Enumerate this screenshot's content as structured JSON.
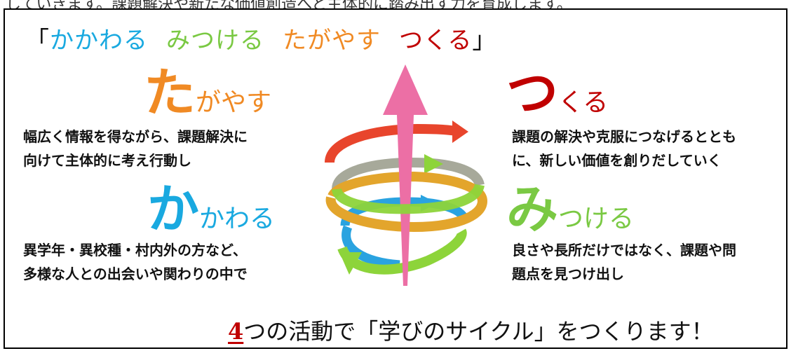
{
  "clipped_top_text": "していきます。課題解決や新たな価値創造へと主体的に踏み出す力を育成します。",
  "headline": {
    "open_bracket": "「",
    "kakawaru": "かかわる",
    "mitsukeru": "みつける",
    "tagayasu": "たがやす",
    "tsukuru": "つくる",
    "close_bracket": "」"
  },
  "sections": {
    "tagayasu": {
      "first_char": "た",
      "rest": "がやす",
      "lines": [
        "幅広く情報を得ながら、課題解決に",
        "向けて主体的に考え行動し"
      ]
    },
    "tsukuru": {
      "first_char": "つ",
      "rest": "くる",
      "lines": [
        "課題の解決や克服につなげるととも",
        "に、新しい価値を創りだしていく"
      ]
    },
    "kakawaru": {
      "first_char": "か",
      "rest": "かわる",
      "lines": [
        "異学年・異校種・村内外の方など、",
        "多様な人との出会いや関わりの中で"
      ]
    },
    "mitsukeru": {
      "first_char": "み",
      "rest": "つける",
      "lines": [
        "良さや長所だけではなく、課題や問",
        "題点を見つけ出し"
      ]
    }
  },
  "footer": {
    "number": "4",
    "text": "つの活動で「学びのサイクル」をつくります！"
  },
  "colors": {
    "kakawaru": "#19a9e0",
    "mitsukeru": "#7ac943",
    "tagayasu": "#f08a24",
    "tsukuru": "#c00000",
    "arrow_pink": "#ec6fa5",
    "ring_red": "#e8452c",
    "ring_green": "#8dd43a",
    "ring_orange": "#e3a52c",
    "ring_blue": "#2aa3e0",
    "ring_gray": "#a7a99a",
    "footer_number": "#c00000"
  },
  "icons": [
    "spiral-arrow-icon",
    "up-arrow-icon"
  ]
}
